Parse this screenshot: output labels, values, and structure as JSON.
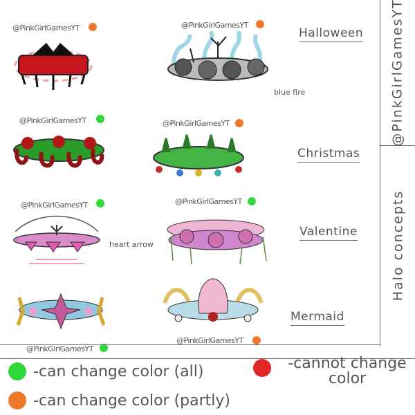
{
  "sidebar": {
    "credit": "@PinkGirlGamesYT",
    "title": "Halo concepts"
  },
  "colors": {
    "green": "#2fd93a",
    "orange": "#ec7a2a",
    "red": "#e52626"
  },
  "rows": [
    {
      "label": "Halloween",
      "left": {
        "watermark": "@PinkGirlGamesYT",
        "status": "orange"
      },
      "right": {
        "watermark": "@PinkGirlGamesYT",
        "status": "orange",
        "note": "blue fire"
      }
    },
    {
      "label": "Christmas",
      "left": {
        "watermark": "@PinkGirlGamesYT",
        "status": "green"
      },
      "right": {
        "watermark": "@PinkGirlGamesYT",
        "status": "orange"
      }
    },
    {
      "label": "Valentine",
      "left": {
        "watermark": "@PinkGirlGamesYT",
        "status": "green",
        "note": "heart arrow"
      },
      "right": {
        "watermark": "@PinkGirlGamesYT",
        "status": "green"
      }
    },
    {
      "label": "Mermaid",
      "left": {
        "watermark": "@PinkGirlGamesYT",
        "status": "green"
      },
      "right": {
        "watermark": "@PinkGirlGamesYT",
        "status": "orange"
      }
    }
  ],
  "legend": {
    "all": "-can change color (all)",
    "none": "-cannot change color",
    "partly": "-can change color (partly)"
  }
}
